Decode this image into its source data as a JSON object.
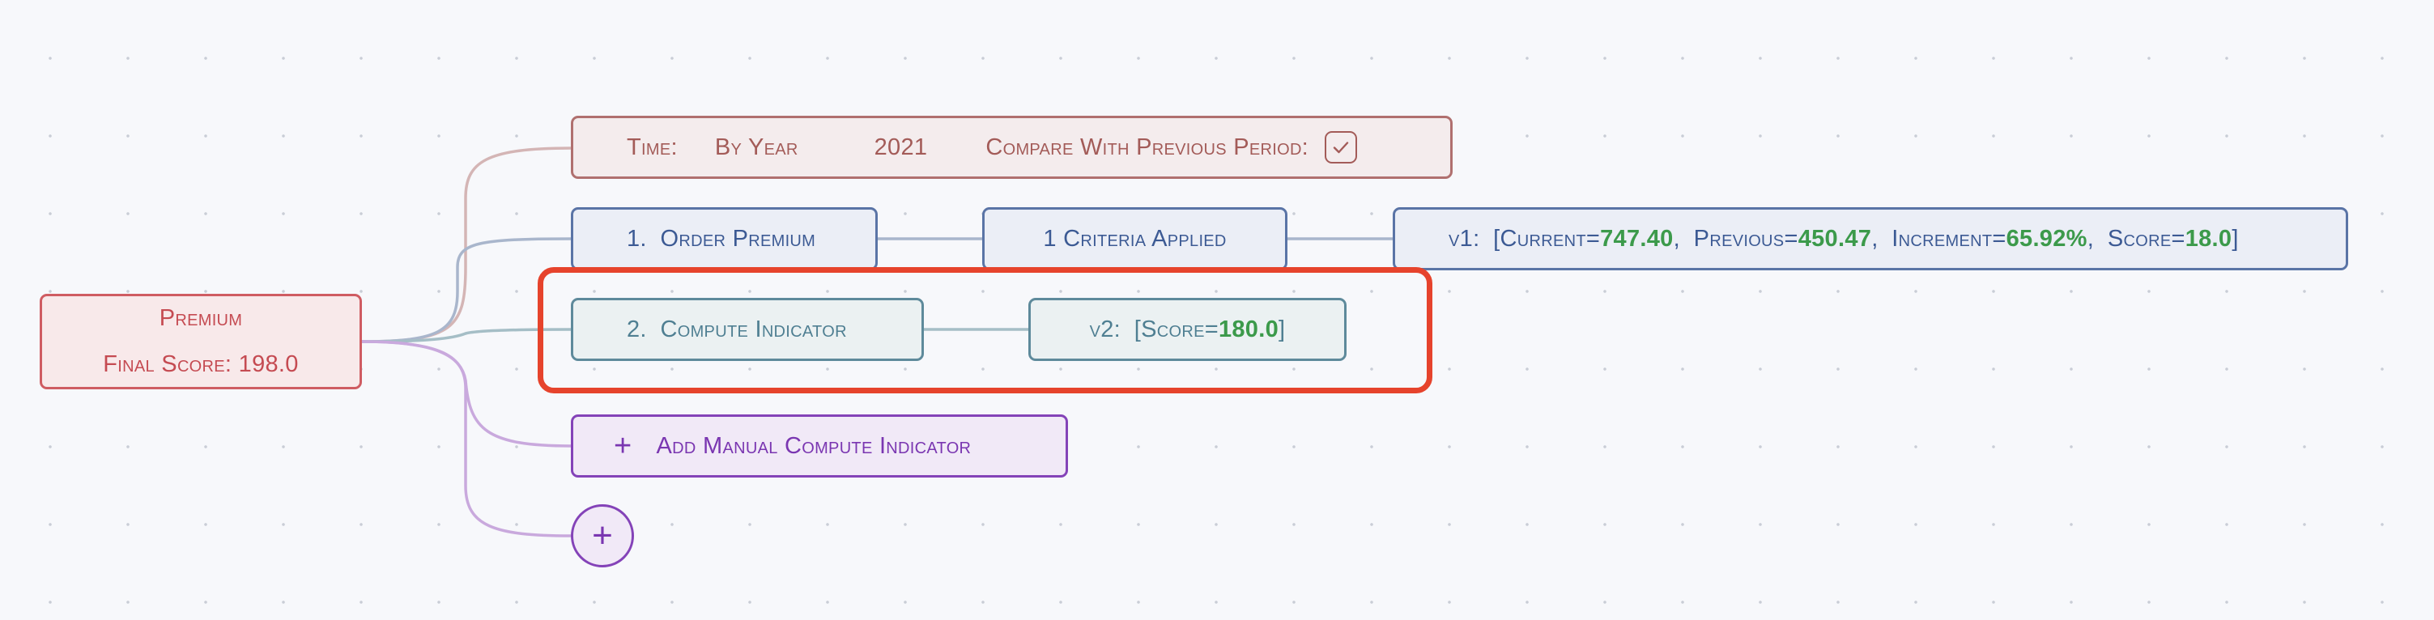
{
  "root": {
    "title": "Premium",
    "final_score": "Final Score: 198.0"
  },
  "time_filter": {
    "label": "Time:",
    "period": "By Year",
    "year": "2021",
    "compare_label": "Compare With Previous Period:",
    "compare_checked": true
  },
  "steps": [
    {
      "label": "1.  Order Premium",
      "criteria": "1 Criteria Applied",
      "result": {
        "prefix": "v1:  [",
        "current_label": "Current=",
        "current": "747.40",
        "previous_label": ",  Previous=",
        "previous": "450.47",
        "increment_label": ",  Increment=",
        "increment": "65.92%",
        "score_label": ",  Score=",
        "score": "18.0",
        "suffix": "]"
      }
    },
    {
      "label": "2.  Compute Indicator",
      "result": {
        "prefix": "v2:  [Score=",
        "score": "180.0",
        "suffix": "]"
      }
    }
  ],
  "add_manual": {
    "icon": "plus-icon",
    "label": "Add Manual Compute Indicator"
  },
  "add_node": {
    "icon": "plus-icon"
  },
  "colors": {
    "root": "#cf5c62",
    "time": "#b0706f",
    "blue": "#5a74a6",
    "teal": "#5e8a9b",
    "purple": "#8443b8",
    "value_green": "#3c9a4b",
    "highlight": "#e6432c"
  }
}
